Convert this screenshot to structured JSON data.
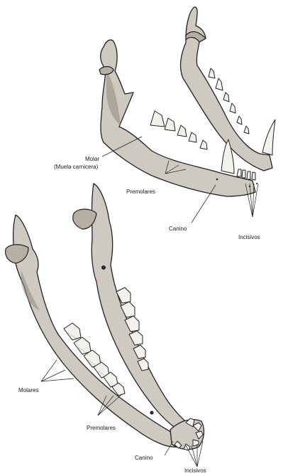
{
  "top_jaw": {
    "labels": {
      "molar": "Molar",
      "molar_note": "(Muela carnicera)",
      "premolars": "Premolares",
      "canine": "Canino",
      "incisors": "Incisivos"
    }
  },
  "bottom_jaw": {
    "labels": {
      "molars": "Molares",
      "premolars": "Premolares",
      "canine": "Canino",
      "incisors": "Incisivos"
    }
  }
}
